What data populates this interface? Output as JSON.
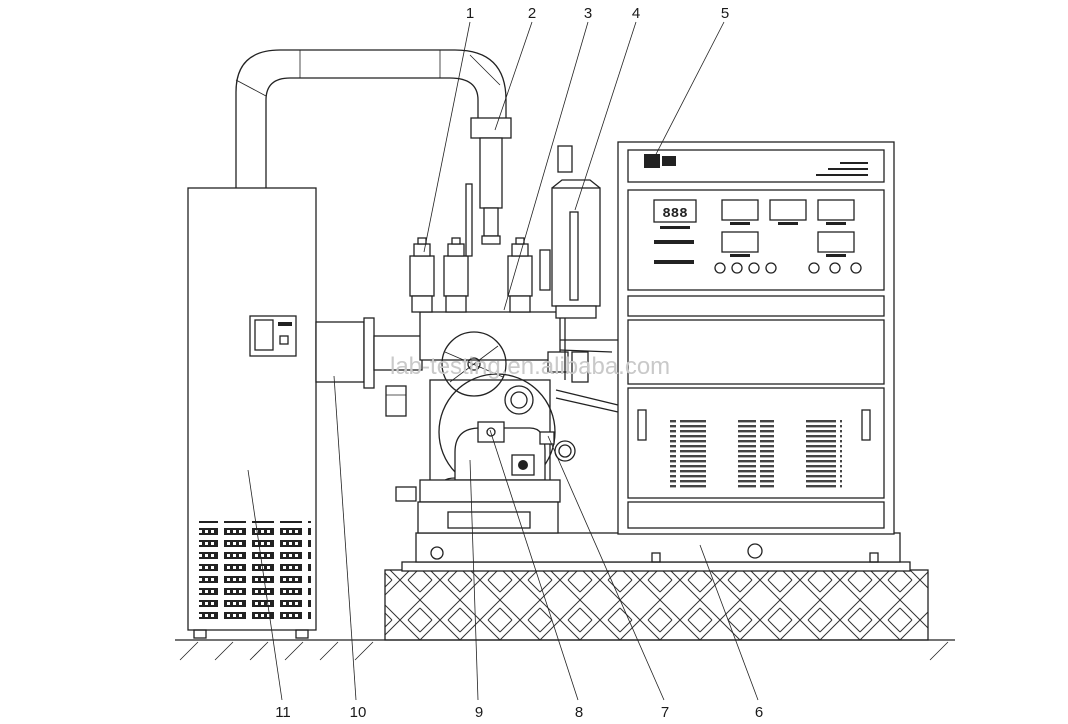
{
  "callouts": [
    {
      "id": "1",
      "label": "1"
    },
    {
      "id": "2",
      "label": "2"
    },
    {
      "id": "3",
      "label": "3"
    },
    {
      "id": "4",
      "label": "4"
    },
    {
      "id": "5",
      "label": "5"
    },
    {
      "id": "6",
      "label": "6"
    },
    {
      "id": "7",
      "label": "7"
    },
    {
      "id": "8",
      "label": "8"
    },
    {
      "id": "9",
      "label": "9"
    },
    {
      "id": "10",
      "label": "10"
    },
    {
      "id": "11",
      "label": "11"
    }
  ],
  "watermark": "lab-testing.en.alibaba.com",
  "panel": {
    "display_digits": "888"
  },
  "colors": {
    "line": "#222222",
    "background": "#ffffff",
    "watermark": "#c9c9c9"
  }
}
